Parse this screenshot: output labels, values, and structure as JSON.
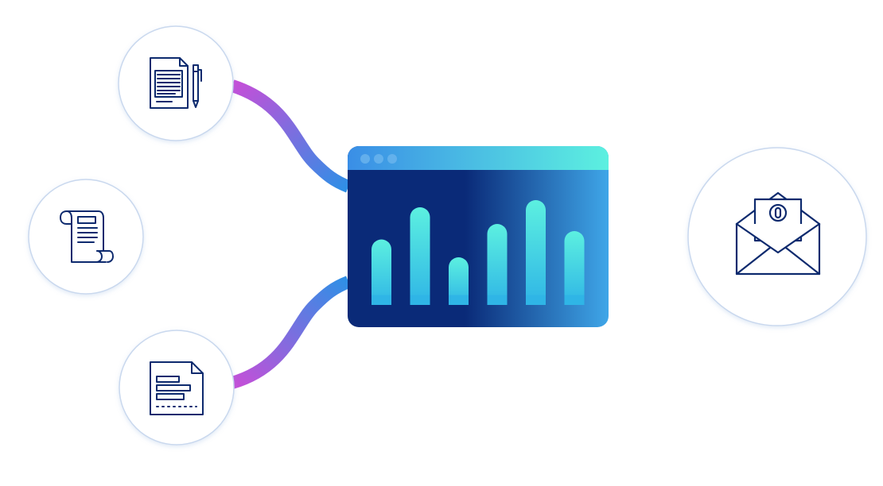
{
  "colors": {
    "icon_stroke": "#0d2a6e",
    "connector_magenta": "#c54fd8",
    "connector_blue": "#2f8fe6",
    "window_dark": "#0a2a78",
    "window_light": "#3fa6e8",
    "titlebar_start": "#3a8ee6",
    "titlebar_end": "#5cf0e0",
    "bar_top": "#5cf0e0",
    "bar_bottom": "#2fb5e6",
    "circle_border": "#c9d8ee"
  },
  "nodes": {
    "left_top": {
      "icon": "document-pen-icon"
    },
    "left_middle": {
      "icon": "scroll-icon"
    },
    "left_bottom": {
      "icon": "report-document-icon"
    },
    "right": {
      "icon": "envelope-letter-icon"
    }
  },
  "dashboard": {
    "icon": "analytics-window-icon",
    "window_controls": 3,
    "bar_levels": [
      0.55,
      0.82,
      0.4,
      0.68,
      0.88,
      0.62
    ]
  }
}
